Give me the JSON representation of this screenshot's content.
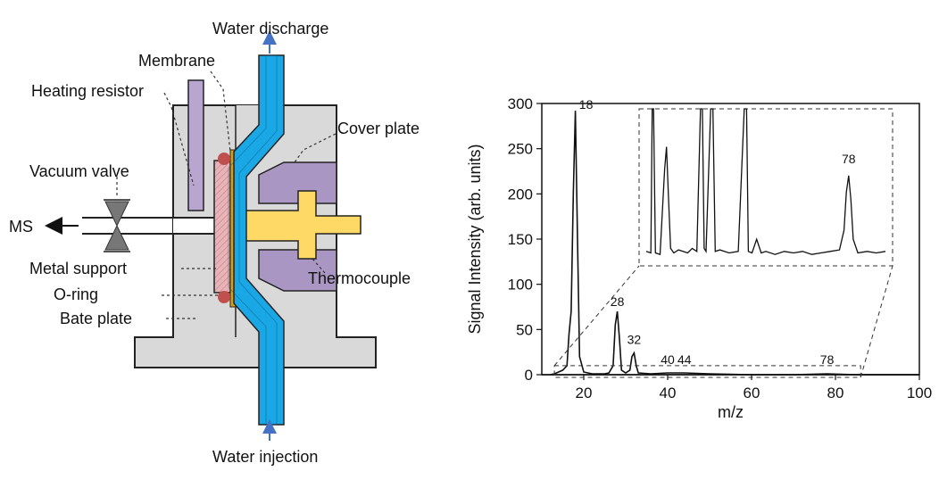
{
  "figure": {
    "left_panel": {
      "labels": {
        "water_discharge": "Water discharge",
        "membrane": "Membrane",
        "heating_resistor": "Heating resistor",
        "cover_plate": "Cover plate",
        "vacuum_valve": "Vacuum valve",
        "ms": "MS",
        "metal_support": "Metal support",
        "o_ring": "O-ring",
        "bate_plate": "Bate plate",
        "thermocouple": "Thermocouple",
        "water_injection": "Water injection"
      },
      "colors": {
        "body": "#d9d9d9",
        "outline": "#222222",
        "water_channel": "#19a7e6",
        "heater": "#b8a6cf",
        "cover_block": "#a996c2",
        "thermocouple": "#ffd966",
        "membrane": "#d4a017",
        "metal_support": "#e8b4b8",
        "o_ring": "#c0504d",
        "arrow": "#4472c4"
      }
    },
    "chart_data": {
      "type": "line",
      "xlabel": "m/z",
      "ylabel": "Signal Intensity (arb. units)",
      "xlim": [
        10,
        100
      ],
      "ylim": [
        0,
        300
      ],
      "xticks": [
        20,
        40,
        60,
        80,
        100
      ],
      "yticks": [
        0,
        50,
        100,
        150,
        200,
        250,
        300
      ],
      "grid": false,
      "series": [
        {
          "x": [
            12,
            13,
            14,
            15,
            16,
            16.5,
            17,
            17.5,
            18,
            18.5,
            19,
            20,
            22,
            25,
            26,
            27,
            27.5,
            28,
            28.5,
            29,
            30,
            31,
            31.5,
            32,
            32.5,
            33,
            36,
            40,
            44,
            50,
            60,
            70,
            78,
            85,
            100
          ],
          "y": [
            0,
            1,
            3,
            5,
            10,
            45,
            70,
            200,
            292,
            150,
            20,
            3,
            1,
            1,
            2,
            10,
            55,
            70,
            40,
            5,
            2,
            5,
            20,
            24,
            10,
            2,
            1,
            2,
            2,
            1,
            0,
            0,
            1,
            0,
            0
          ]
        }
      ],
      "peak_labels": [
        {
          "x": 18,
          "text": "18"
        },
        {
          "x": 28,
          "text": "28"
        },
        {
          "x": 32,
          "text": "32"
        },
        {
          "x": 40,
          "text": "40"
        },
        {
          "x": 44,
          "text": "44"
        },
        {
          "x": 78,
          "text": "78"
        }
      ],
      "inset": {
        "label": "78",
        "x": [
          34,
          35,
          35.3,
          35.6,
          36,
          37,
          38,
          38.4,
          38.8,
          39.3,
          40,
          41,
          42,
          43,
          44,
          45,
          45.8,
          46.2,
          46.6,
          47,
          48,
          48.5,
          49,
          50,
          52,
          54,
          55.3,
          55.8,
          56.2,
          57,
          58,
          59,
          60,
          62,
          64,
          66,
          68,
          70,
          72,
          74,
          76,
          77,
          77.5,
          78,
          78.5,
          79,
          80,
          82,
          84,
          86
        ],
        "y": [
          0.06,
          0.05,
          1,
          1,
          0.05,
          0.04,
          0.6,
          0.75,
          0.45,
          0.08,
          0.05,
          0.07,
          0.06,
          0.05,
          0.08,
          0.06,
          1,
          1,
          0.08,
          0.06,
          1,
          1,
          0.06,
          0.07,
          0.05,
          0.06,
          1,
          1,
          0.06,
          0.05,
          0.14,
          0.05,
          0.06,
          0.04,
          0.06,
          0.05,
          0.06,
          0.04,
          0.05,
          0.06,
          0.07,
          0.2,
          0.45,
          0.56,
          0.4,
          0.14,
          0.05,
          0.06,
          0.05,
          0.06
        ]
      }
    }
  }
}
